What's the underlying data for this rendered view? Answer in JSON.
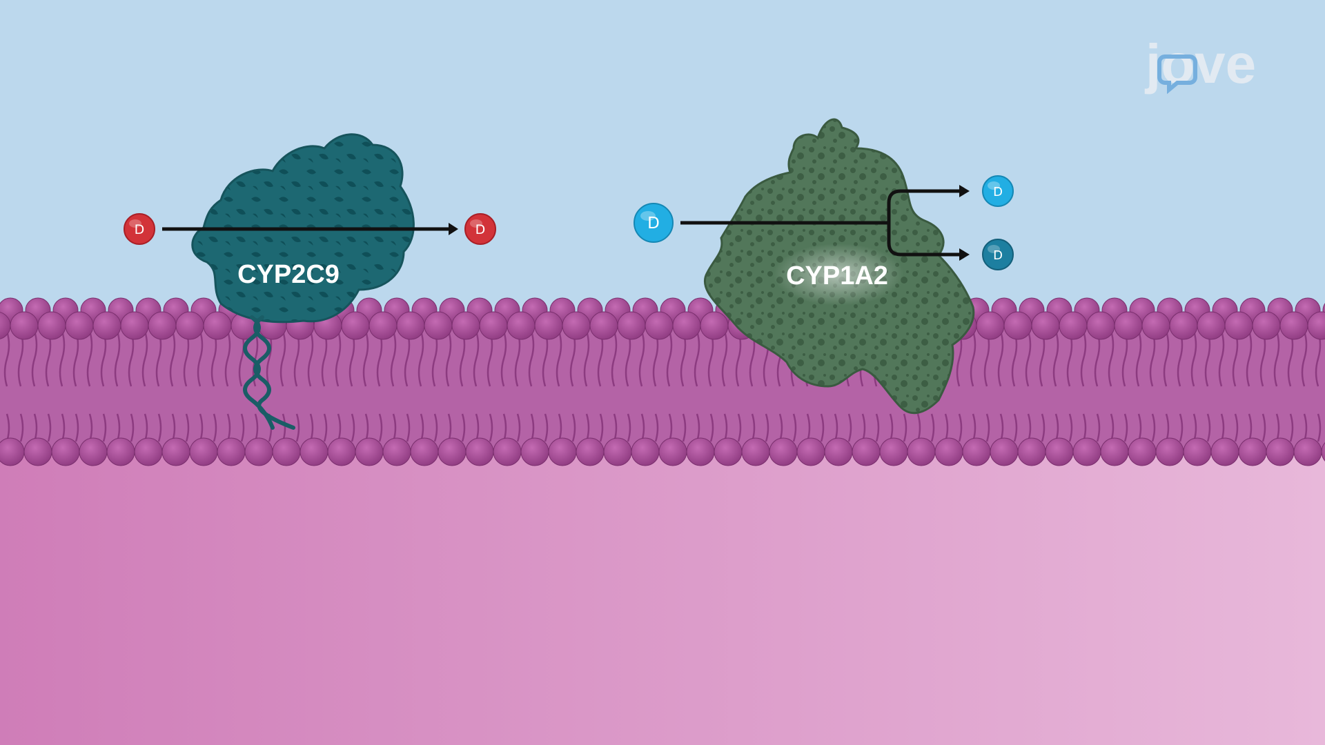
{
  "logo": {
    "text": "jove"
  },
  "enzymes": [
    {
      "label": "CYP2C9",
      "color": "#1c6670",
      "name": "cyp2c9"
    },
    {
      "label": "CYP1A2",
      "color": "#4a6e4c",
      "name": "cyp1a2"
    }
  ],
  "drugs": {
    "cyp2c9_input": "D",
    "cyp2c9_output": "D",
    "cyp1a2_input": "D",
    "cyp1a2_output_top": "D",
    "cyp1a2_output_bottom": "D"
  },
  "colors": {
    "sky": "#bcd8ed",
    "membrane_head": "#a24a92",
    "membrane_tail": "#b463a6",
    "cytoplasm_left": "#cf7db8",
    "cytoplasm_right": "#e8b8da",
    "drug_red": "#d23339",
    "drug_cyan": "#22aee3",
    "drug_teal": "#1d7fa0",
    "arrow": "#111111"
  }
}
